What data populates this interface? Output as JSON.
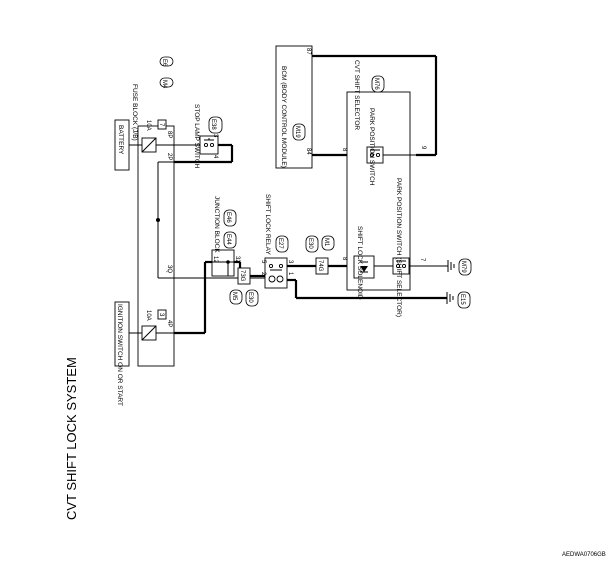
{
  "title": "CVT SHIFT LOCK SYSTEM",
  "figure_code": "AEDWA0706GB",
  "components": {
    "battery": "BATTERY",
    "fuse_block": "FUSE BLOCK (J/B)",
    "fuse_block_connectors": [
      "M4",
      "E6"
    ],
    "ignition_switch": "IGNITION SWITCH ON OR START",
    "fuse_10a_upper": "10A",
    "fuse_10a_upper_no": "7",
    "fuse_10a_lower": "10A",
    "fuse_10a_lower_no": "3",
    "stop_lamp_switch": "STOP LAMP SWITCH",
    "stop_lamp_connector": "E38",
    "junction_block": "JUNCTION BLOCK",
    "junction_connectors": [
      "E44",
      "E46"
    ],
    "shift_lock_relay": "SHIFT LOCK RELAY",
    "shift_lock_relay_connector": "E27",
    "bcm": "BCM (BODY CONTROL MODULE)",
    "bcm_connector": "M19",
    "cvt_shift_selector": "CVT SHIFT SELECTOR",
    "cvt_shift_selector_connector": "M76",
    "park_position_switch": "PARK POSITION SWITCH",
    "park_position_switch_shift": "PARK POSITION SWITCH (SHIFT SELECTOR)",
    "shift_lock_solenoid": "SHIFT LOCK SOLENOID"
  },
  "pins": {
    "fuse_8P": "8P",
    "fuse_2P": "2P",
    "fuse_3Q": "3Q",
    "fuse_4P": "4P",
    "stop_lamp_3": "3",
    "stop_lamp_4": "4",
    "jb_12": "12",
    "jb_32": "32",
    "relay_5": "5",
    "relay_3": "3",
    "relay_2": "2",
    "relay_1": "1",
    "bcm_87": "87",
    "bcm_8": "8",
    "bcm_84": "84",
    "sel_9": "9",
    "sel_8": "8",
    "sel_7": "7",
    "inline_73G": "73G",
    "inline_74G": "74G"
  },
  "inline_connectors": {
    "m5": "M5",
    "e30a": "E30",
    "e30b": "E30",
    "m1": "M1"
  },
  "grounds": {
    "m79": "M79",
    "e15": "E15"
  }
}
